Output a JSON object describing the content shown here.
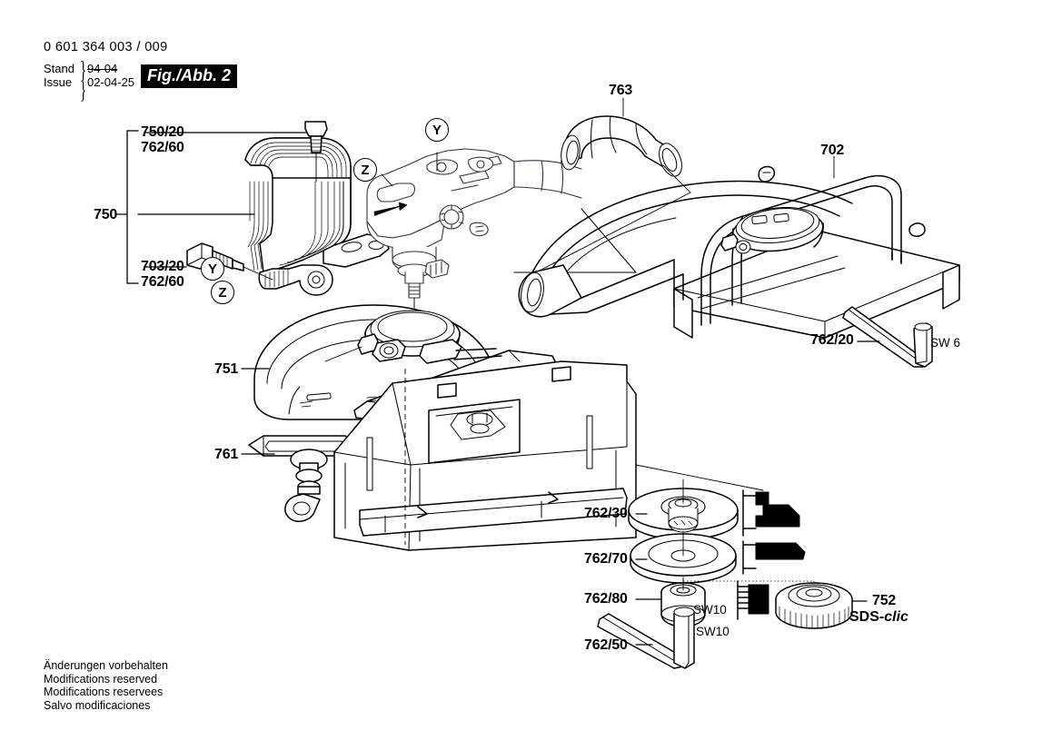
{
  "header": {
    "part_number": "0 601 364 003 / 009",
    "stand_label": "Stand",
    "issue_label": "Issue",
    "stand_date": "94-04",
    "issue_date": "02-04-25",
    "figure_label": "Fig./Abb. 2"
  },
  "footer": {
    "line_de": "Änderungen vorbehalten",
    "line_en": "Modifications reserved",
    "line_fr": "Modifications reservees",
    "line_es": "Salvo modificaciones"
  },
  "callouts": {
    "group_750": "750",
    "item_750_20": "750/20",
    "item_762_60_top": "762/60",
    "item_703_20": "703/20",
    "item_762_60_bottom": "762/60",
    "item_751": "751",
    "item_761": "761",
    "item_763": "763",
    "item_702": "702",
    "item_762_20": "762/20",
    "item_762_30": "762/30",
    "item_762_70": "762/70",
    "item_762_80": "762/80",
    "item_762_50": "762/50",
    "item_752": "752",
    "sds_prefix": "SDS-",
    "sds_suffix": "clic",
    "sw6": "SW 6",
    "sw10_top": "SW10",
    "sw10_bottom": "SW10",
    "marker_y_top": "Y",
    "marker_z_top": "Z",
    "marker_y_left": "Y",
    "marker_z_left": "Z"
  },
  "colors": {
    "ink": "#000000",
    "paper": "#ffffff",
    "ghost": "#2b2b3a"
  }
}
